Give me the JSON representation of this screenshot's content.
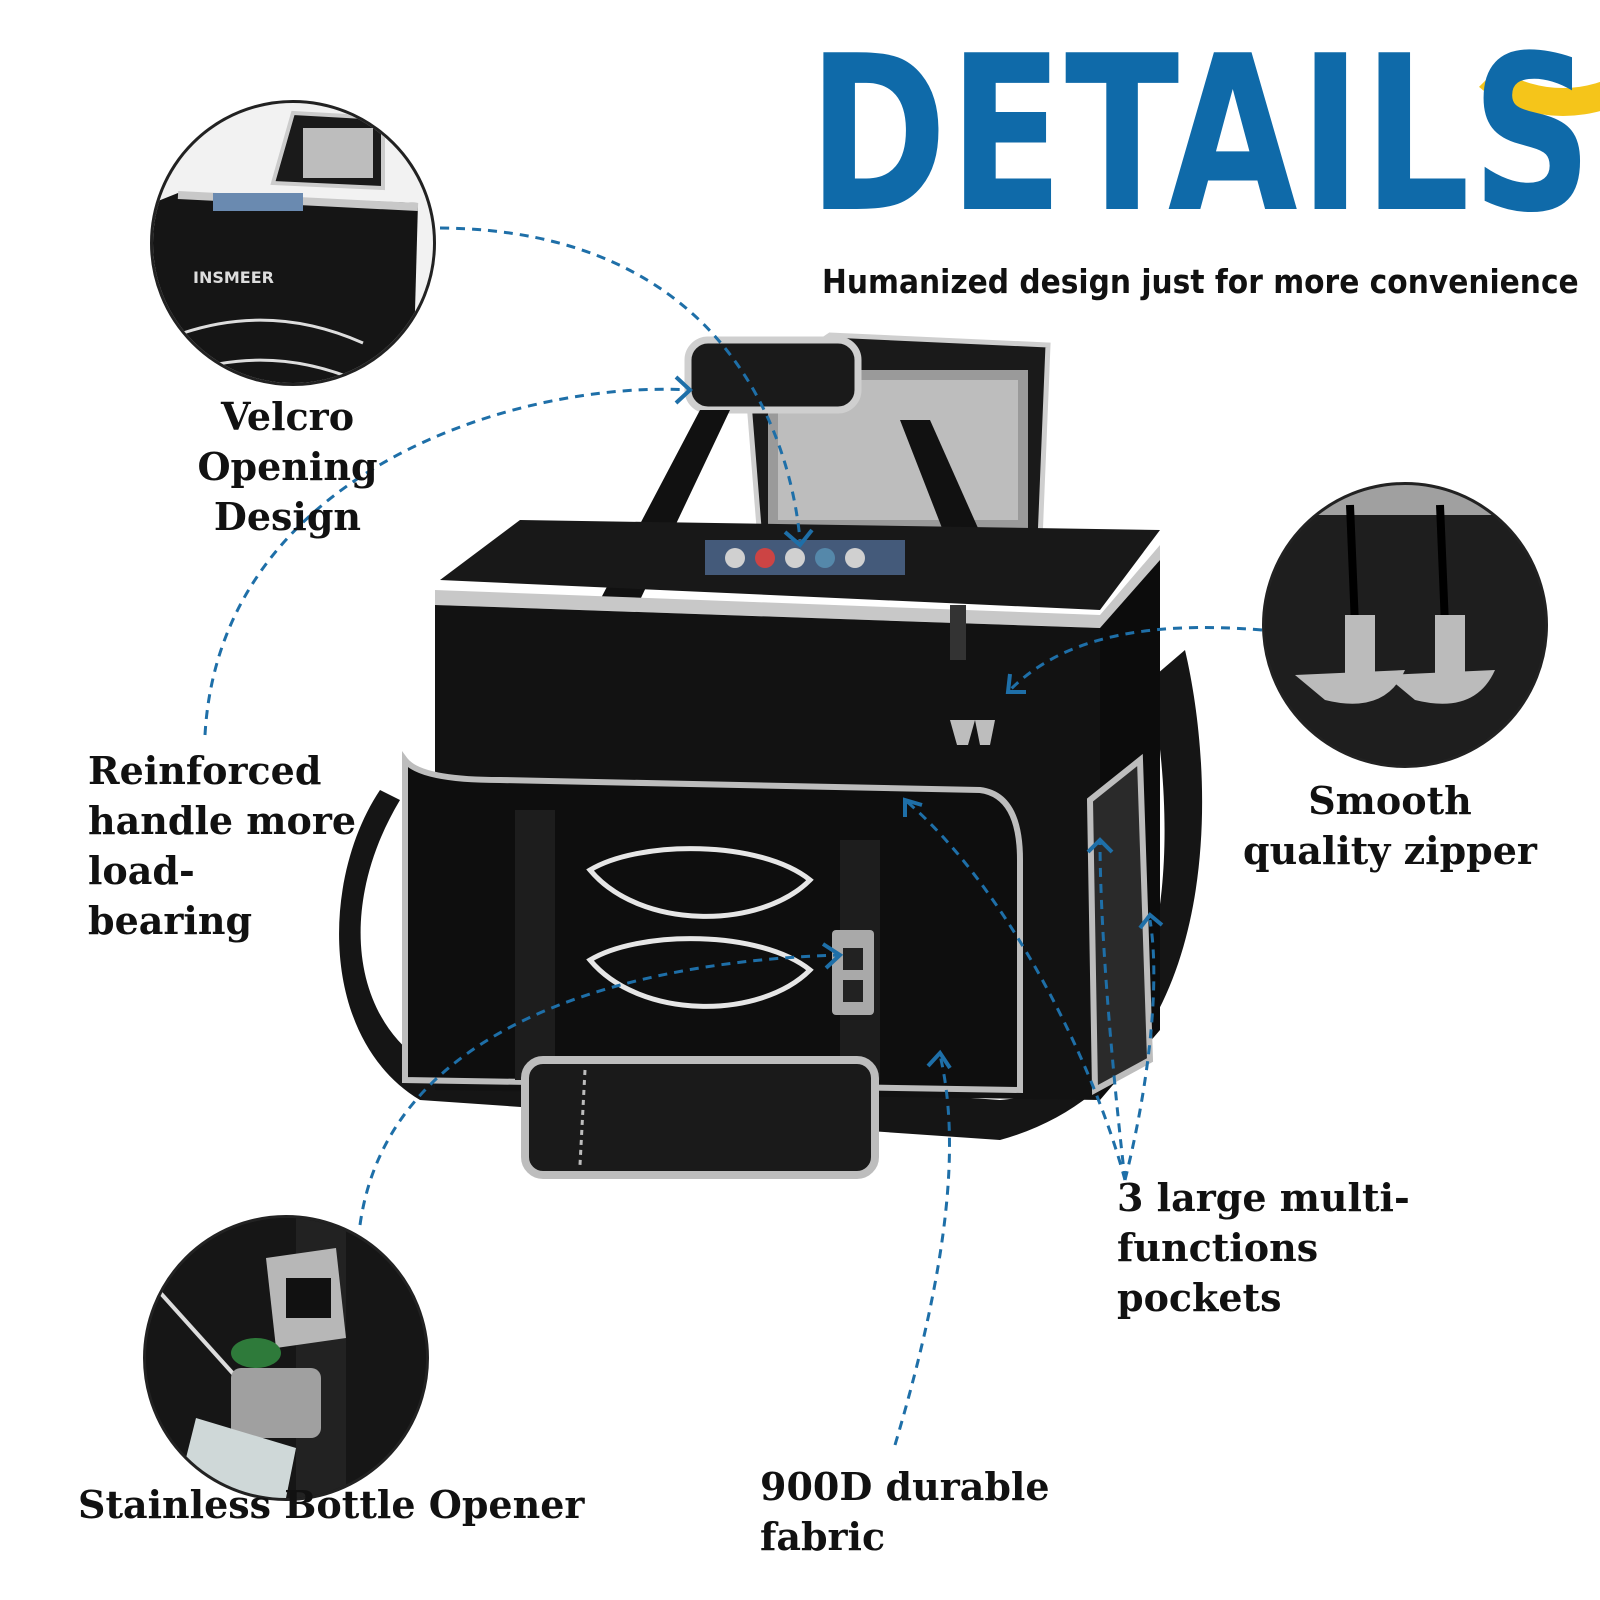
{
  "header": {
    "title": "DETAILS",
    "subtitle": "Humanized design just for more convenience"
  },
  "product": {
    "brand": "INSMEER"
  },
  "features": {
    "velcro": "Velcro Opening Design",
    "handle": "Reinforced handle more load- bearing",
    "zipper": "Smooth quality zipper",
    "opener": "Stainless Bottle Opener",
    "pockets": "3 large multi-functions pockets",
    "fabric": "900D durable fabric"
  },
  "colors": {
    "title_blue": "#0f6aa9",
    "accent_yellow": "#f5c51a",
    "bag_black": "#111111",
    "trim_gray": "#bdbdbd"
  }
}
